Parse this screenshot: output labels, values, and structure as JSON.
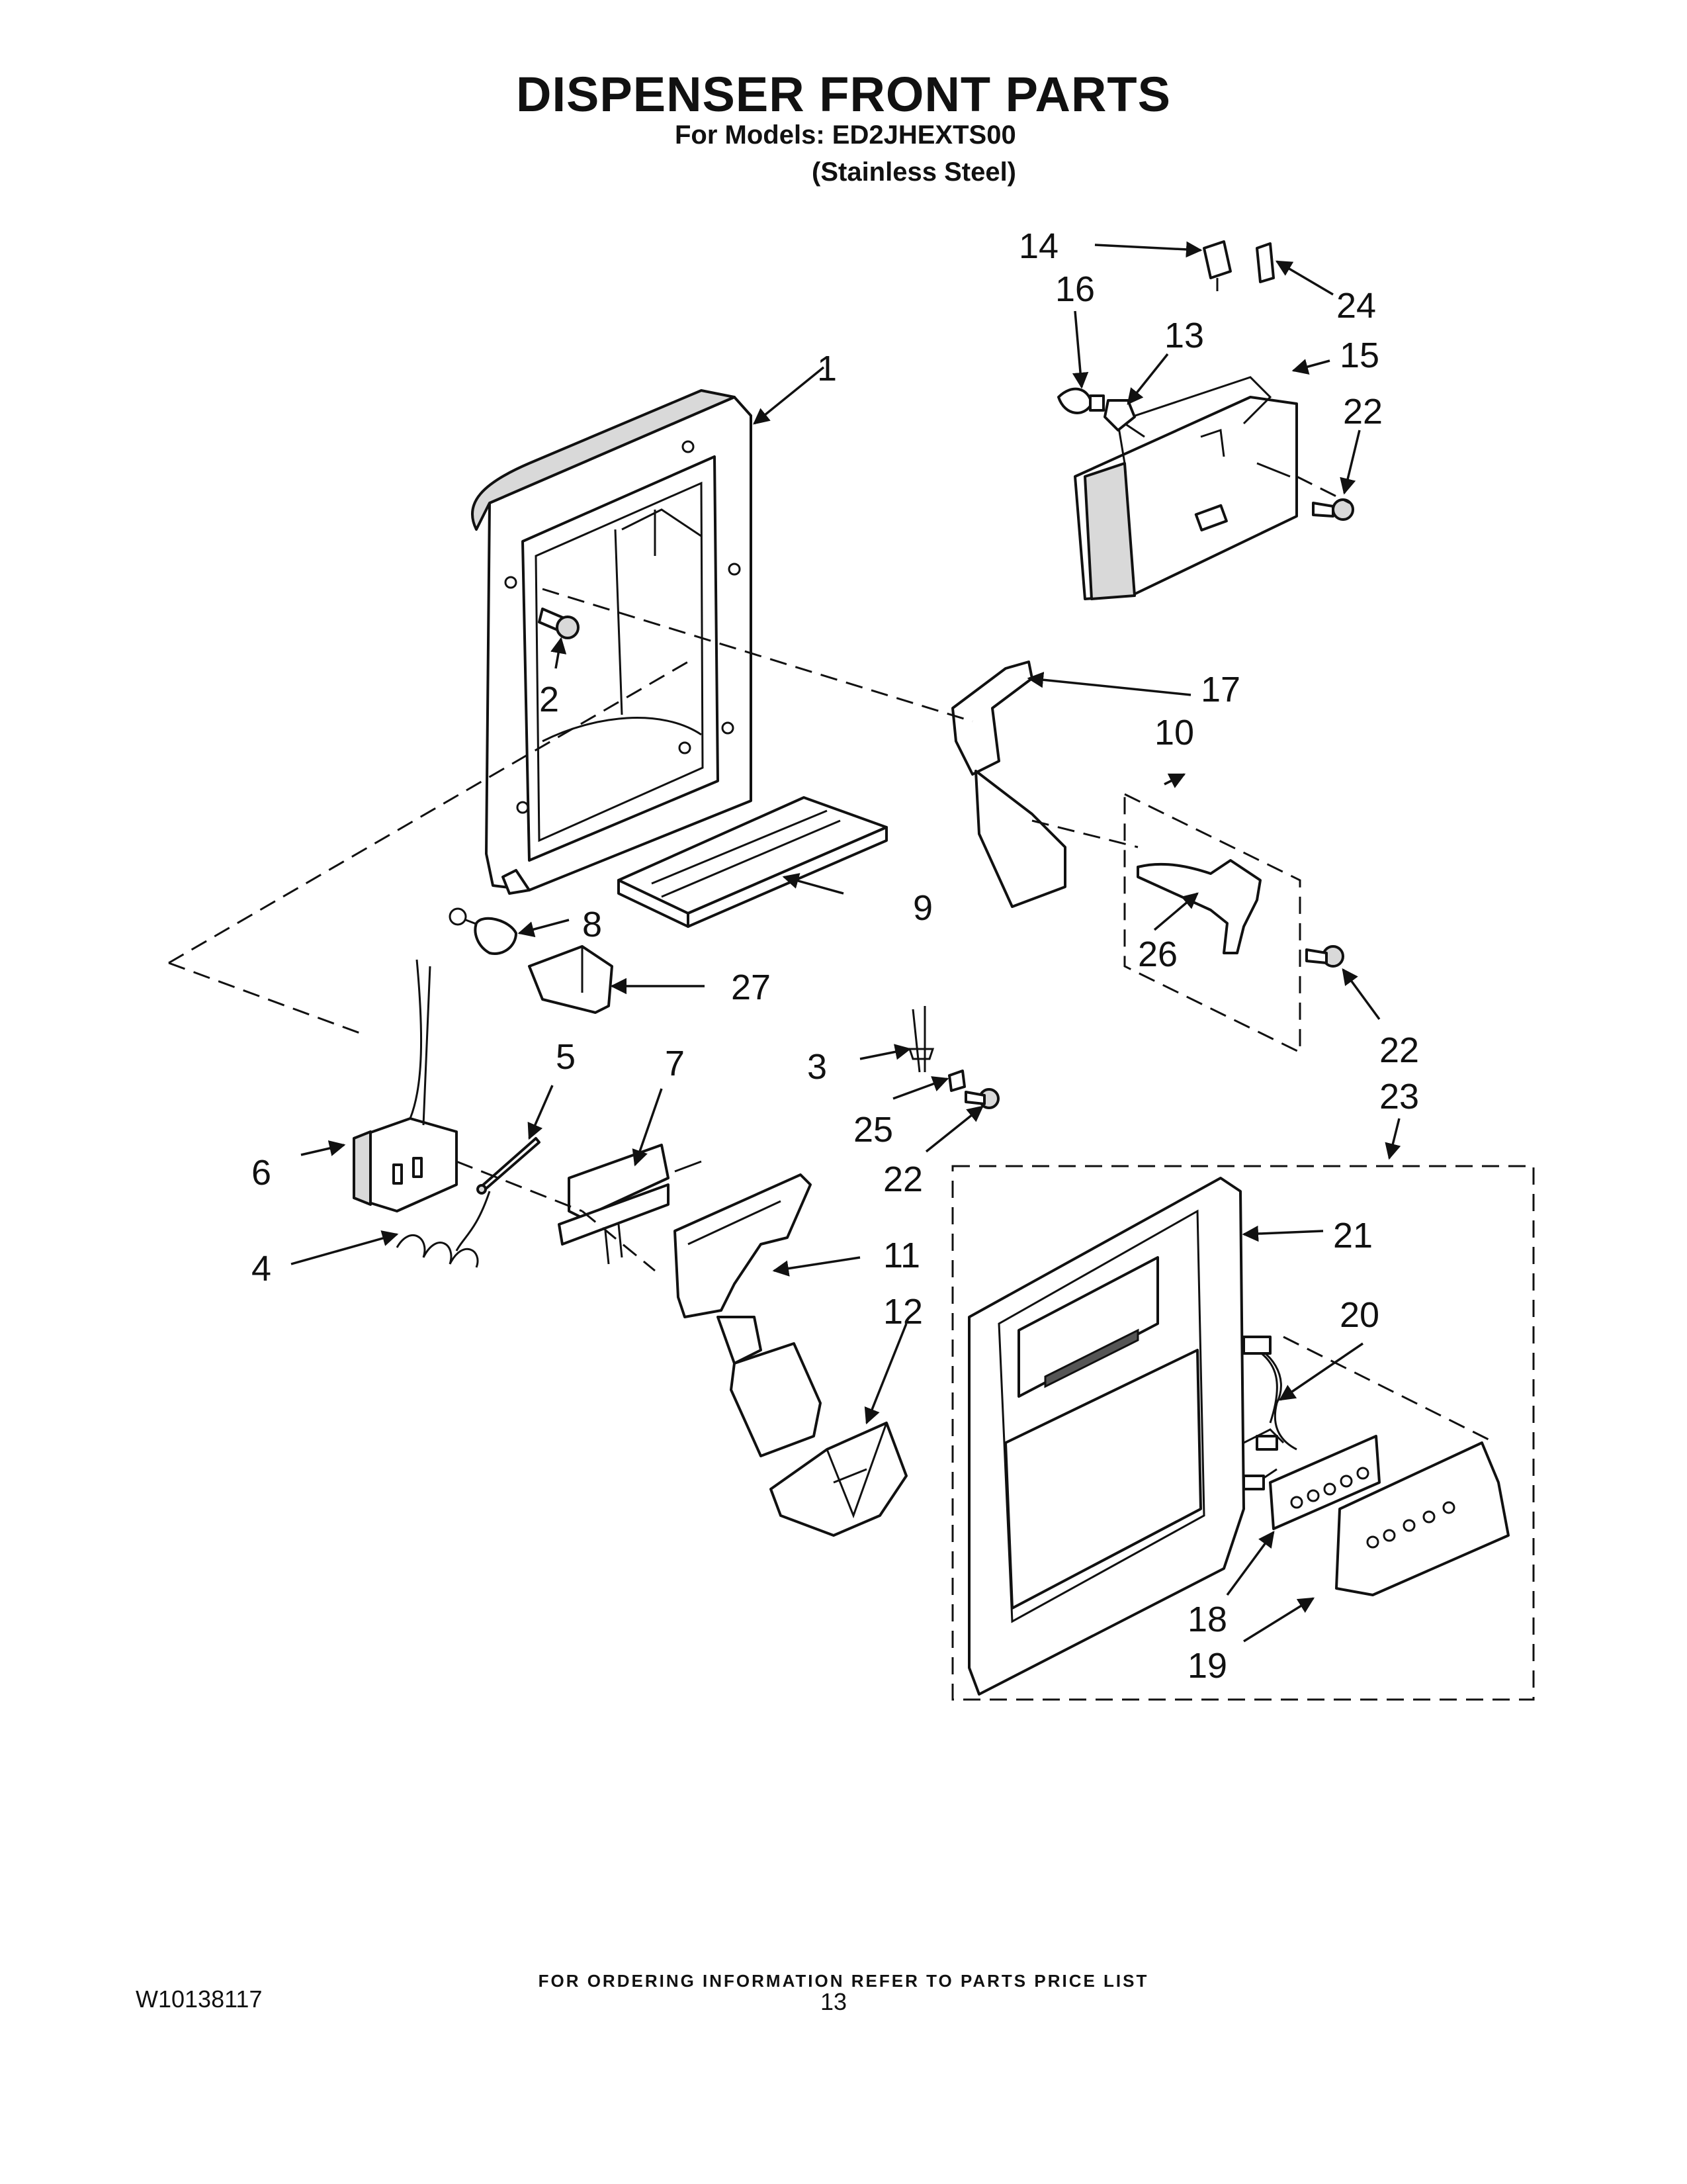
{
  "header": {
    "title": "DISPENSER FRONT PARTS",
    "models_line": "For Models: ED2JHEXTS00",
    "finish": "(Stainless Steel)"
  },
  "callouts": [
    "1",
    "2",
    "3",
    "4",
    "5",
    "6",
    "7",
    "8",
    "9",
    "10",
    "11",
    "12",
    "13",
    "14",
    "15",
    "16",
    "17",
    "18",
    "19",
    "20",
    "21",
    "22",
    "22",
    "22",
    "22",
    "23",
    "24",
    "25",
    "26",
    "27"
  ],
  "footer": {
    "ordering_note": "FOR ORDERING INFORMATION REFER TO PARTS PRICE LIST",
    "document_number": "W10138117",
    "page_number": "13"
  }
}
